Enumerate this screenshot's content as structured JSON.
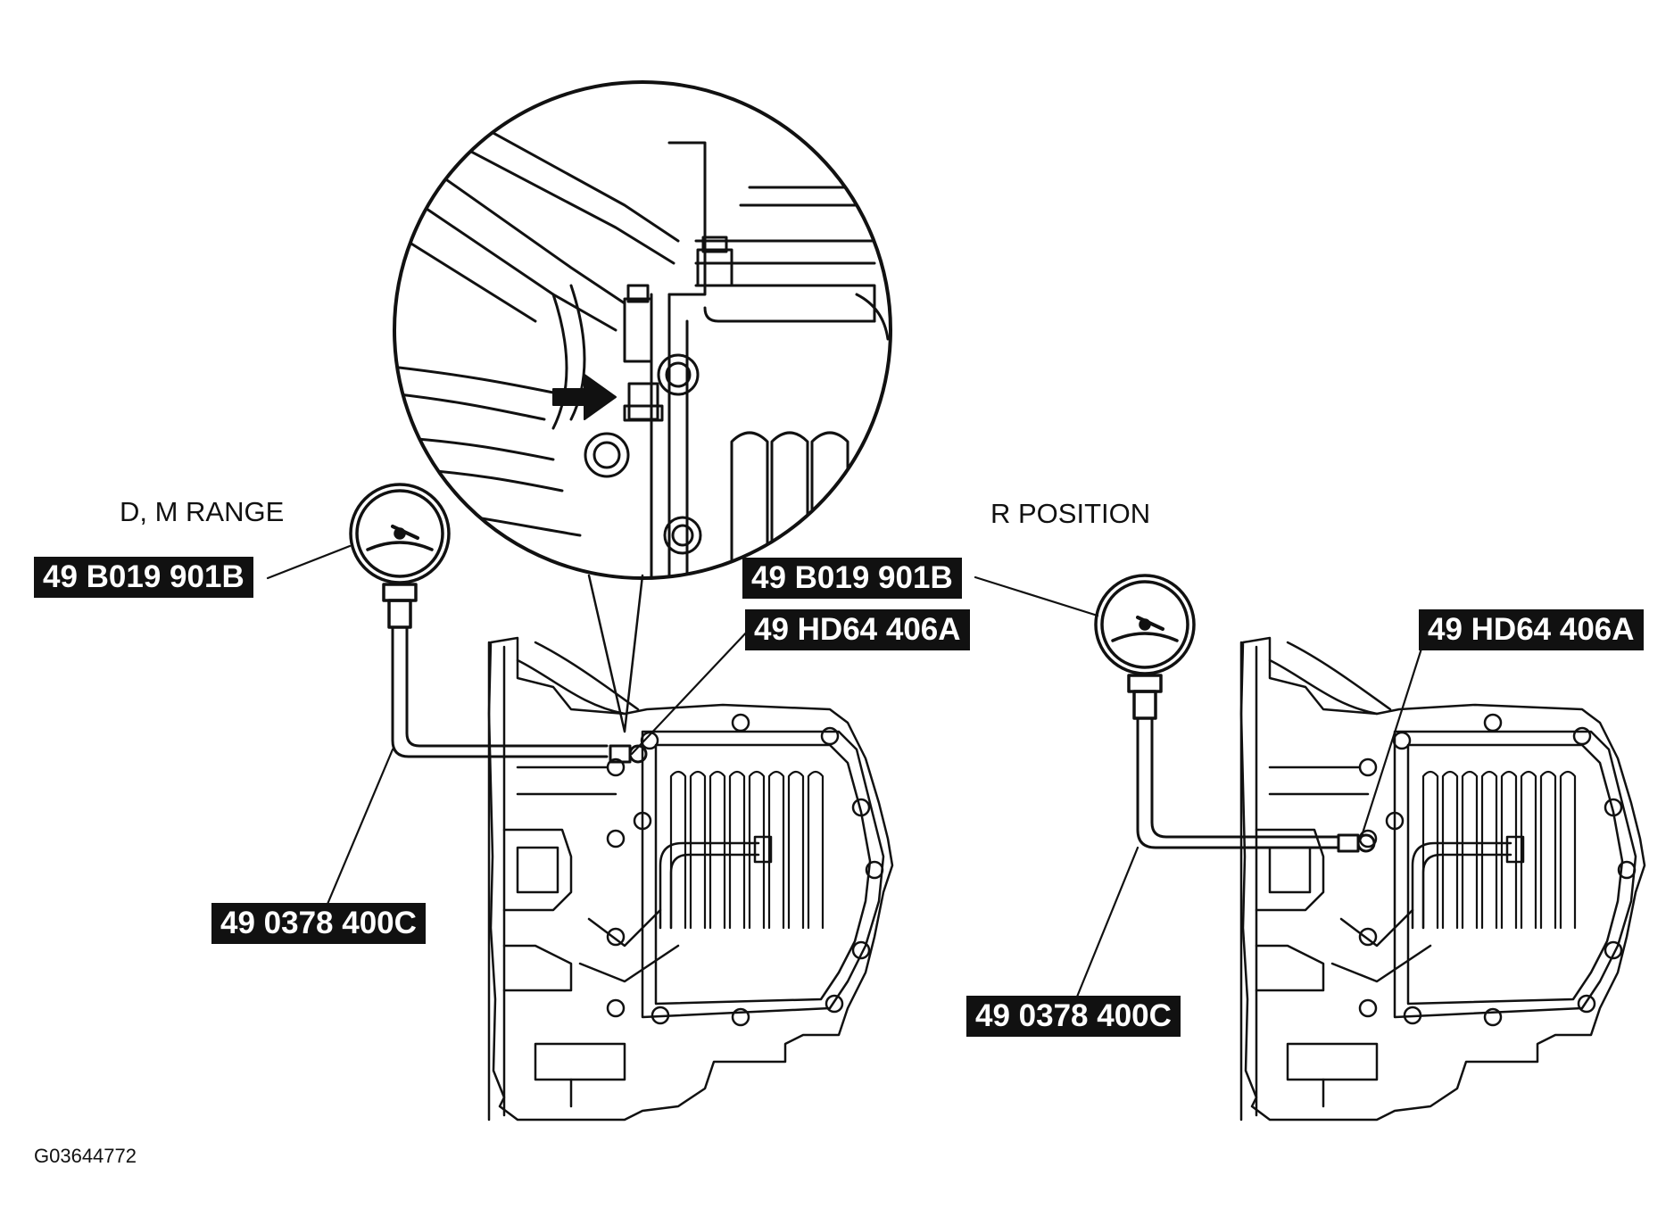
{
  "figure_code": "G03644772",
  "left_view": {
    "range_label": "D, M RANGE",
    "gauge_tool": "49 B019 901B",
    "hose_tool": "49 0378 400C",
    "adapter_tool": "49 HD64 406A"
  },
  "right_view": {
    "range_label": "R POSITION",
    "gauge_tool": "49 B019 901B",
    "hose_tool": "49 0378 400C",
    "adapter_tool": "49 HD64 406A"
  },
  "colors": {
    "ink": "#111111",
    "paper": "#ffffff"
  }
}
